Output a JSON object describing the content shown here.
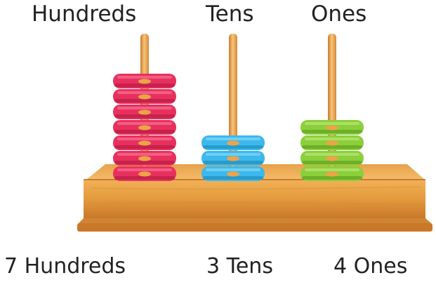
{
  "columns": [
    {
      "label": "Hundreds",
      "beads": 7,
      "color": "#e8305e",
      "color_dark": "#b81c44",
      "color_light": "#f46a8c"
    },
    {
      "label": "Tens",
      "beads": 3,
      "color": "#3cb8ec",
      "color_dark": "#1f8ec0",
      "color_light": "#7ad4f6"
    },
    {
      "label": "Ones",
      "beads": 4,
      "color": "#8ccf3c",
      "color_dark": "#5fa21f",
      "color_light": "#b3e36e"
    }
  ],
  "counts": [
    "7 Hundreds",
    "3 Tens",
    "4 Ones"
  ],
  "colors": {
    "wood": "#e39a3c",
    "wood_dark": "#c9782a",
    "wood_light": "#f4b45a",
    "rod": "#eea348"
  }
}
